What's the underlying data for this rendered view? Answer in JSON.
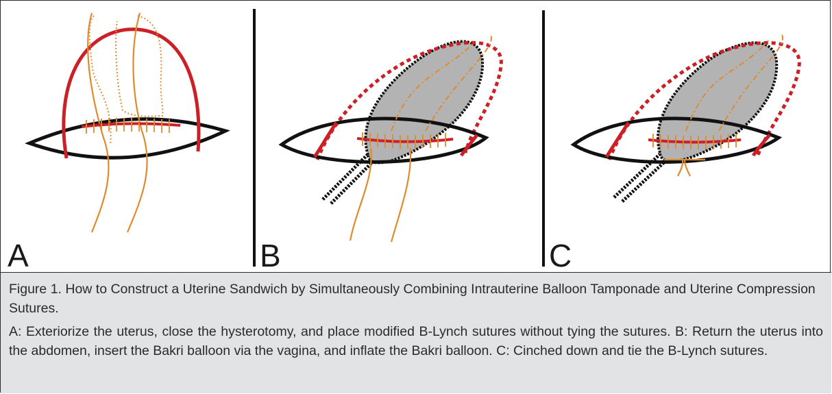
{
  "panels": [
    {
      "letter": "A"
    },
    {
      "letter": "B"
    },
    {
      "letter": "C"
    }
  ],
  "caption": {
    "title": "Figure 1. How to Construct a Uterine Sandwich by Simultaneously Combining Intrauterine Balloon Tamponade and Uterine Compression Sutures.",
    "body": "A: Exteriorize the uterus, close the hysterotomy, and place modified B-Lynch sutures without tying the sutures. B: Return the uterus into the abdomen, insert the Bakri balloon via the vagina, and inflate the Bakri balloon. C: Cinched down and tie the B-Lynch sutures."
  },
  "colors": {
    "uterus_outline": "#cc2027",
    "suture": "#e08a2c",
    "balloon_fill": "#b3b3b3",
    "outline": "#111111",
    "caption_bg": "#e2e3e5"
  }
}
